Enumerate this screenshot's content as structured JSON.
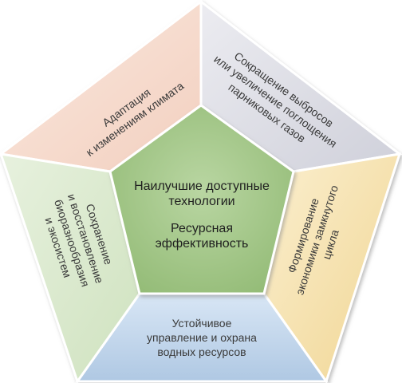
{
  "center": {
    "line1": "Наилучшие доступные",
    "line2": "технологии",
    "line3": "Ресурсная",
    "line4": "эффективность",
    "color": "#a8c98e"
  },
  "segments": [
    {
      "id": "adaptation",
      "lines": [
        "Адаптация",
        "к изменениям климата"
      ],
      "color": "#f6dccf"
    },
    {
      "id": "emissions",
      "lines": [
        "Сокращение выбросов",
        "или увеличение поглощения",
        "парниковых газов"
      ],
      "color": "#dadbe3"
    },
    {
      "id": "circular",
      "lines": [
        "Формирование",
        "экономики замкнутого",
        "цикла"
      ],
      "color": "#f6e3b0"
    },
    {
      "id": "water",
      "lines": [
        "Устойчивое",
        "управление и охрана",
        "водных ресурсов"
      ],
      "color": "#c3d7ec"
    },
    {
      "id": "biodiversity",
      "lines": [
        "Сохранение",
        "и восстановление",
        "биоразнообразия",
        "и экосистем"
      ],
      "color": "#dbe9cf"
    }
  ],
  "colors": {
    "border": "#ffffff",
    "shadow": "#9a9a9a"
  }
}
